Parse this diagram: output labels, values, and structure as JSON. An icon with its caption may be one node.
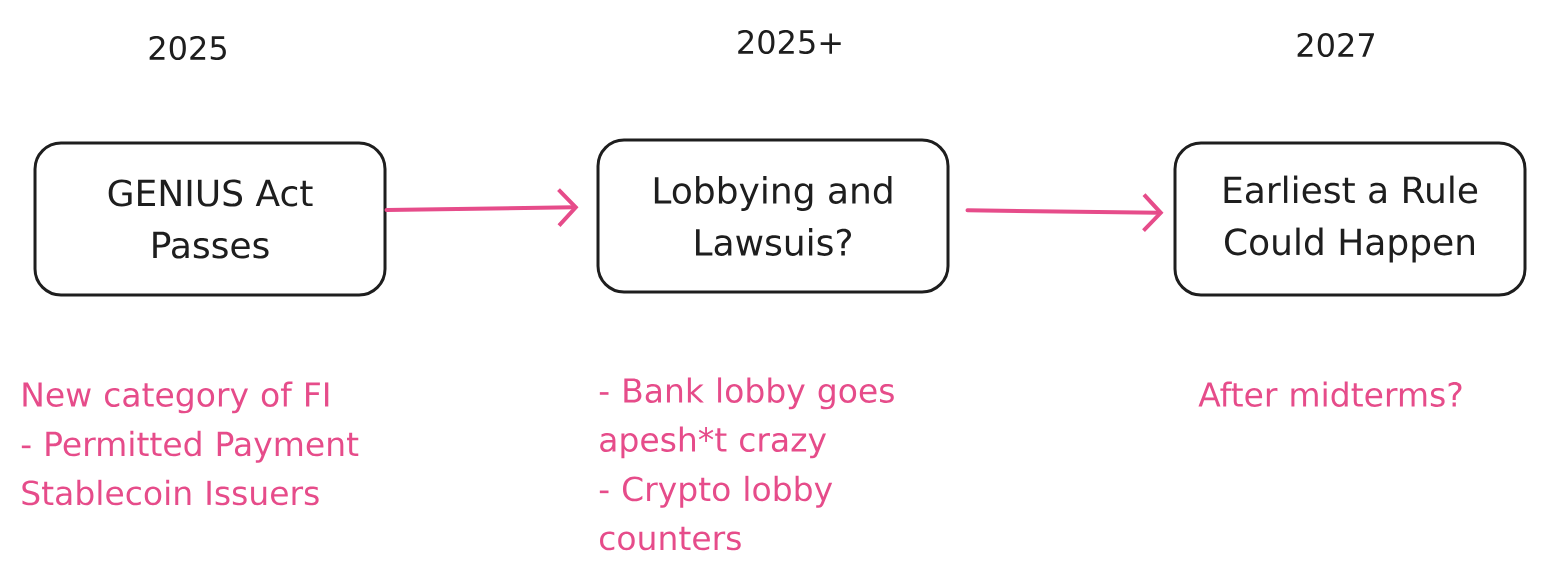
{
  "diagram": {
    "nodes": [
      {
        "text": [
          "GENIUS Act Passes"
        ],
        "beside": [
          "2025",
          "New category of FI",
          "- Permitted Payment Stablecoin Issuers"
        ]
      },
      {
        "text": [
          "Lobbying and Lawsuis?"
        ],
        "beside": [
          "2025+",
          "- Bank lobby goes apesh*t crazy",
          "- Crypto lobby counters"
        ]
      },
      {
        "text": [
          "Earliest a Rule Could Happen"
        ],
        "beside": [
          "2027",
          "After midterms?"
        ]
      }
    ],
    "edges": [
      {
        "from": 0,
        "to": 1,
        "arrow": "to",
        "color": "#e64c8a"
      },
      {
        "from": 1,
        "to": 2,
        "arrow": "to",
        "color": "#e64c8a"
      }
    ]
  }
}
